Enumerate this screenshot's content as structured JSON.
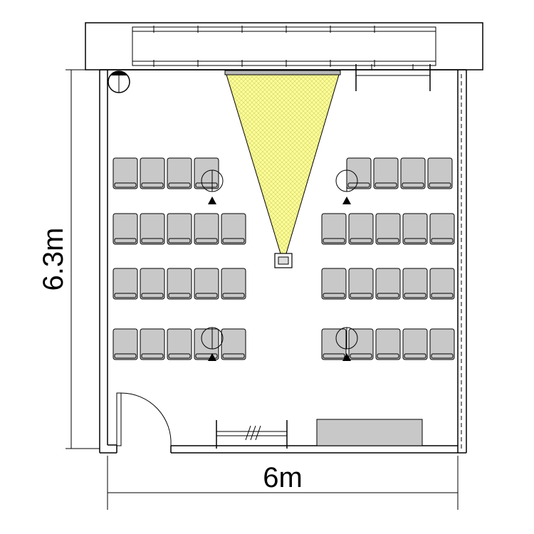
{
  "dimensions": {
    "height_label": "6.3m",
    "width_label": "6m"
  },
  "seating": {
    "rows": 4,
    "seats_per_block": 5,
    "blocks": [
      "left",
      "right"
    ],
    "seat_color": "#c8c8c8"
  },
  "projection": {
    "beam_color": "#ffff99",
    "beam_pattern_color": "#e6e680"
  },
  "elements": {
    "window": "window-icon",
    "screen": "projection-screen",
    "projector": "projector-icon",
    "speakers": [
      "speaker-icon",
      "speaker-icon",
      "speaker-icon",
      "speaker-icon"
    ],
    "lamp": "ceiling-lamp-icon",
    "door": "door-icon",
    "table": "counter-table",
    "rack": "wall-rack"
  }
}
